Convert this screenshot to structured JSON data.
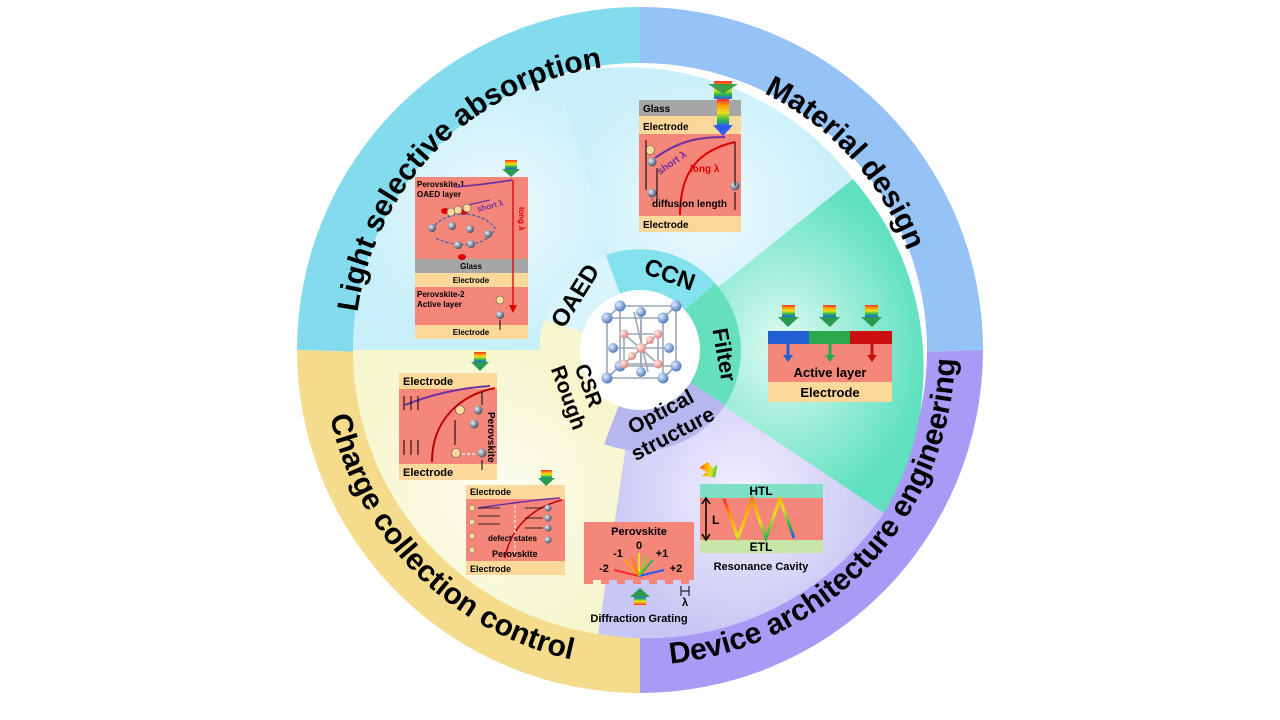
{
  "outer_ring": {
    "top_left": "Light selective absorption",
    "top_right": "Material design",
    "bottom_right": "Device architecture engineering",
    "bottom_left": "Charge collection control"
  },
  "inner_ring": {
    "oaed": "OAED",
    "ccn": "CCN",
    "filter": "Filter",
    "optical_1": "Optical",
    "optical_2": "structure",
    "csr": "CSR",
    "rough": "Rough"
  },
  "panel_oaed": {
    "perovskite1": "Perovskite-1",
    "oaed_layer": "OAED layer",
    "short": "short λ",
    "long": "long λ",
    "glass": "Glass",
    "electrode1": "Electrode",
    "perovskite2": "Perovskite-2",
    "active_layer": "Active layer",
    "electrode2": "Electrode"
  },
  "panel_ccn": {
    "glass": "Glass",
    "electrode_top": "Electrode",
    "short": "short λ",
    "long": "long λ",
    "diffusion": "diffusion length",
    "electrode_bottom": "Electrode"
  },
  "panel_filter": {
    "active_layer": "Active layer",
    "electrode": "Electrode"
  },
  "panel_cavity": {
    "htl": "HTL",
    "etl": "ETL",
    "l": "L",
    "caption": "Resonance Cavity"
  },
  "panel_grating": {
    "perovskite": "Perovskite",
    "o0": "0",
    "om1": "-1",
    "op1": "+1",
    "om2": "-2",
    "op2": "+2",
    "lambda": "λ",
    "caption": "Diffraction Grating"
  },
  "panel_csr": {
    "electrode_top": "Electrode",
    "perovskite": "Perovskite",
    "electrode_bottom": "Electrode"
  },
  "panel_rough": {
    "electrode_top": "Electrode",
    "defect": "defect states",
    "perovskite": "Perovskite",
    "electrode_bottom": "Electrode"
  },
  "colors": {
    "blue_ring": "#96c3f5",
    "cyan_ring": "#84dbee",
    "yellow_ring": "#f4dc8c",
    "purple_ring": "#a99af5",
    "perovskite": "#f4877a",
    "electrode": "#fcd99a",
    "glass": "#a6a6a6"
  }
}
